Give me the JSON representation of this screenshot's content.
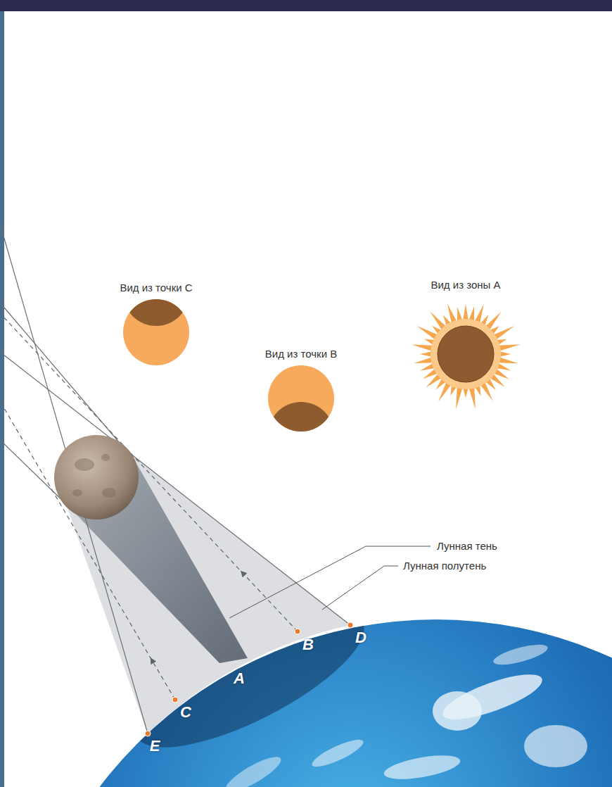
{
  "diagram": {
    "nodes": [
      {
        "text": [
          "Вид из точки C"
        ]
      },
      {
        "text": [
          "Вид из зоны A"
        ]
      },
      {
        "text": [
          "Вид из точки B"
        ]
      }
    ],
    "labels": [
      "Лунная тень",
      "Лунная полутень",
      "A",
      "B",
      "C",
      "D",
      "E"
    ]
  }
}
